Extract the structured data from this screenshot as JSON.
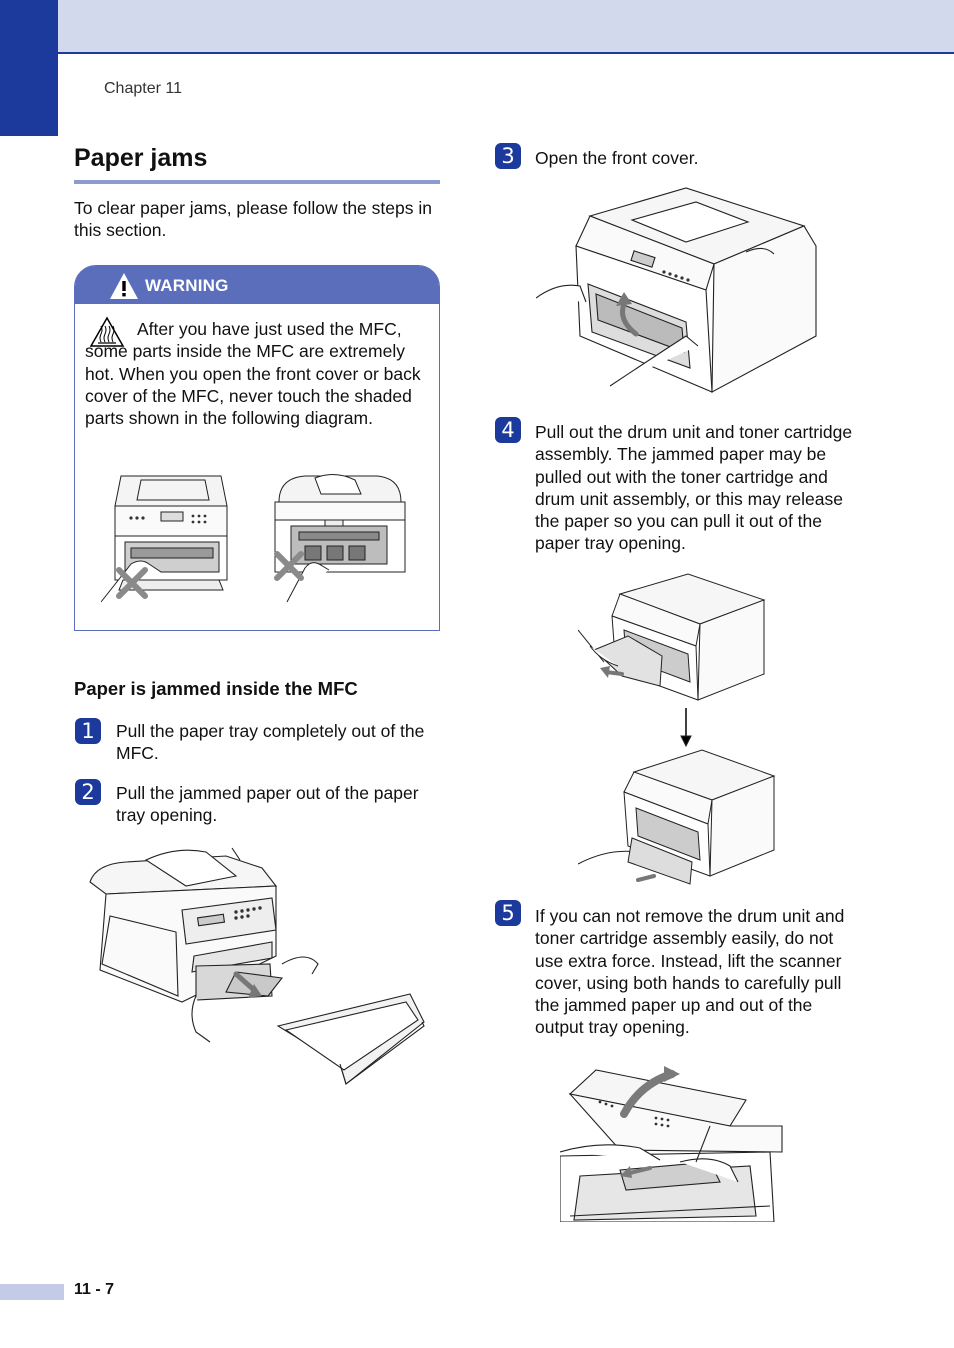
{
  "header": {
    "chapter": "Chapter 11"
  },
  "section": {
    "title": "Paper jams",
    "intro": "To clear paper jams, please follow the steps in this section."
  },
  "warning": {
    "label": "WARNING",
    "text": "After you have just used the MFC, some parts inside the MFC are extremely hot. When you open the front cover or back cover of the MFC, never touch the shaded parts shown in the following diagram."
  },
  "subsection": {
    "title": "Paper is jammed inside the MFC"
  },
  "steps": [
    {
      "num": "1",
      "text": "Pull the paper tray completely out of the MFC."
    },
    {
      "num": "2",
      "text": "Pull the jammed paper out of the paper tray opening."
    },
    {
      "num": "3",
      "text": "Open the front cover."
    },
    {
      "num": "4",
      "text": "Pull out the drum unit and toner cartridge assembly. The jammed paper may be pulled out with the toner cartridge and drum unit assembly, or this may release the paper so you can pull it out of the paper tray opening."
    },
    {
      "num": "5",
      "text": "If you can not remove the drum unit and toner cartridge assembly easily, do not use extra force. Instead, lift the scanner cover, using both hands to carefully pull the jammed paper up and out of the output tray opening."
    }
  ],
  "footer": {
    "page": "11 - 7"
  },
  "colors": {
    "accent": "#1c3a9c",
    "warning": "#5b6ebb",
    "band": "#d3d9ec"
  }
}
